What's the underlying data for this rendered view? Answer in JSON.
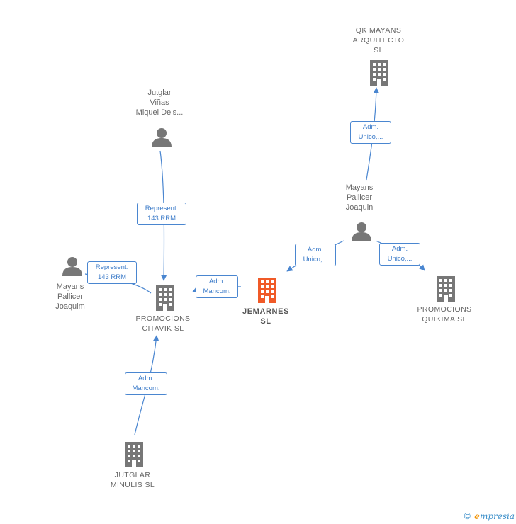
{
  "colors": {
    "edge": "#4a86d0",
    "building_default": "#777777",
    "building_main": "#f05a28",
    "person": "#777777"
  },
  "nodes": {
    "qk_mayans": {
      "label": "QK MAYANS\nARQUITECTO\nSL",
      "icon": "building-icon"
    },
    "jutglar_vinas": {
      "label": "Jutglar\nViñas\nMiquel Dels...",
      "icon": "person-icon"
    },
    "mayans_pallicer_top": {
      "label": "Mayans\nPallicer\nJoaquin",
      "icon": "person-icon"
    },
    "mayans_pallicer_left": {
      "label": "Mayans\nPallicer\nJoaquim",
      "icon": "person-icon"
    },
    "promocions_citavik": {
      "label": "PROMOCIONS\nCITAVIK  SL",
      "icon": "building-icon"
    },
    "jemarnes": {
      "label": "JEMARNES\nSL",
      "icon": "building-icon"
    },
    "promocions_quikima": {
      "label": "PROMOCIONS\nQUIKIMA  SL",
      "icon": "building-icon"
    },
    "jutglar_minulis": {
      "label": "JUTGLAR\nMINULIS  SL",
      "icon": "building-icon"
    }
  },
  "edges": {
    "e1": "Adm.\nUnico,...",
    "e2": "Represent.\n143 RRM",
    "e3": "Represent.\n143 RRM",
    "e4": "Adm.\nMancom.",
    "e5": "Adm.\nUnico,...",
    "e6": "Adm.\nUnico,...",
    "e7": "Adm.\nMancom."
  },
  "footer": {
    "copyright": "©",
    "brand_e": "e",
    "brand_rest": "mpresia"
  }
}
